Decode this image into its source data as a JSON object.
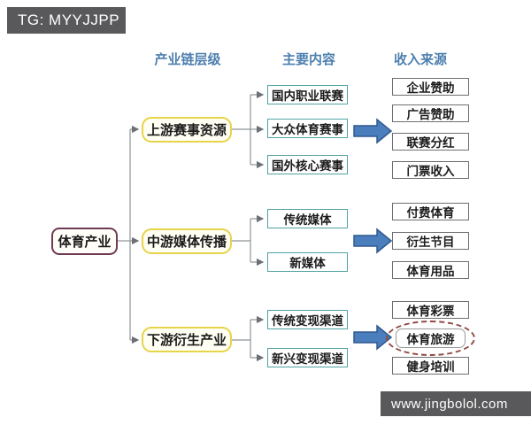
{
  "page": {
    "watermark_top": "TG: MYYJJPP",
    "watermark_bottom": "www.jingbolol.com"
  },
  "diagram": {
    "root_label": "体育产业",
    "column_headers": [
      "产业链层级",
      "主要内容",
      "收入来源"
    ],
    "tiers": [
      {
        "level": "上游赛事资源",
        "contents": [
          "国内职业联赛",
          "大众体育赛事",
          "国外核心赛事"
        ],
        "incomes": [
          "企业赞助",
          "广告赞助",
          "联赛分红",
          "门票收入"
        ]
      },
      {
        "level": "中游媒体传播",
        "contents": [
          "传统媒体",
          "新媒体"
        ],
        "incomes": [
          "付费体育",
          "衍生节目",
          "体育用品"
        ]
      },
      {
        "level": "下游衍生产业",
        "contents": [
          "传统变现渠道",
          "新兴变现渠道"
        ],
        "incomes": [
          "体育彩票",
          "体育旅游",
          "健身培训"
        ],
        "highlighted_income": "体育旅游"
      }
    ]
  },
  "colors": {
    "header_blue": "#4d7fae",
    "accent_arrow_blue": "#4a7ebc",
    "arrow_outline_blue": "#30598f",
    "tier_border_yellow": "#e6d44a",
    "content_border_teal": "#4fa3a3",
    "income_border_gray": "#6f6f6f",
    "root_border_maroon": "#6e3b55",
    "highlight_dash_red": "#8f4a42",
    "watermark_bg": "#59595b",
    "connector_gray": "#8e9498"
  }
}
